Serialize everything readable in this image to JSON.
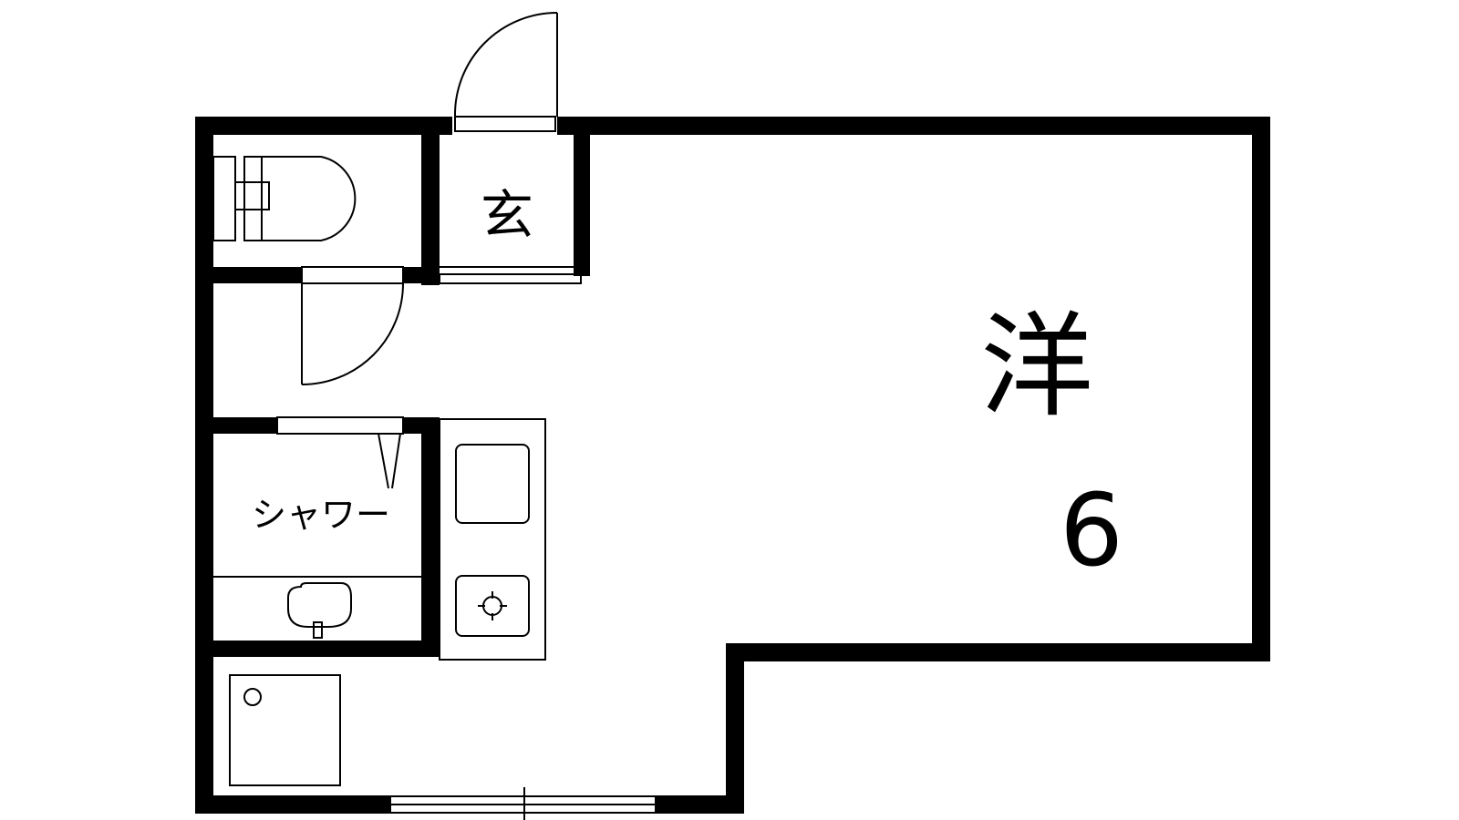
{
  "rooms": {
    "entrance_label": "玄",
    "western_room_label": "洋",
    "western_room_size": "6",
    "shower_label": "シャワー"
  },
  "colors": {
    "wall": "#000000",
    "background": "#ffffff"
  }
}
